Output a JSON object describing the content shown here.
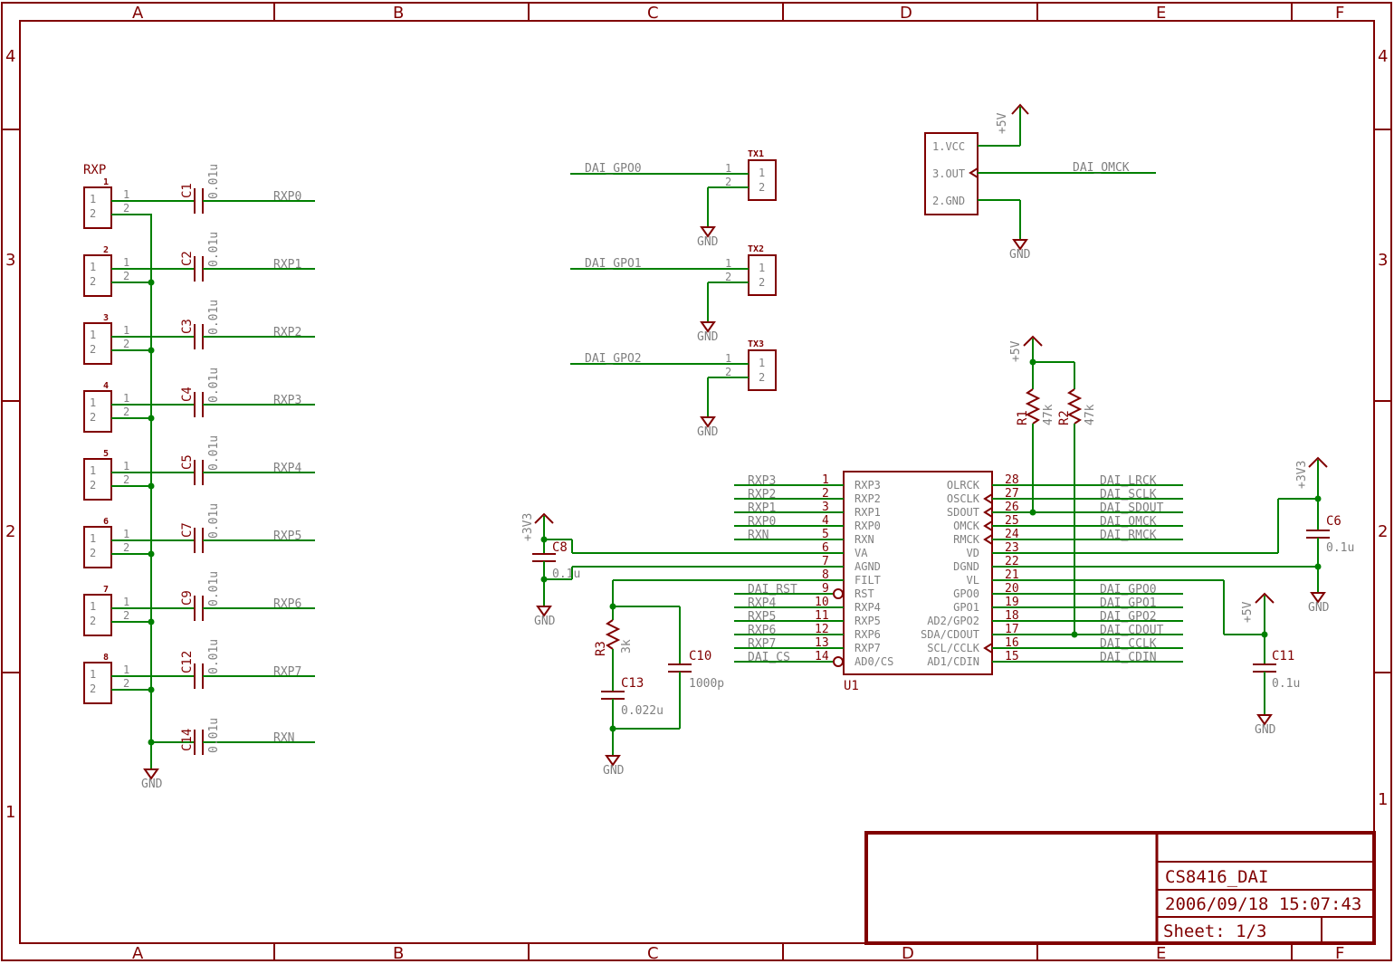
{
  "frame": {
    "cols": [
      "A",
      "B",
      "C",
      "D",
      "E",
      "F"
    ],
    "rows": [
      "4",
      "3",
      "2",
      "1"
    ]
  },
  "title_block": {
    "title": "CS8416_DAI",
    "date": "2006/09/18 15:07:43",
    "sheet": "Sheet: 1/3"
  },
  "rxp_connectors": [
    {
      "name": "RXP",
      "num": "1",
      "cap": "C1",
      "value": "0.01u",
      "net": "RXP0"
    },
    {
      "name": "",
      "num": "2",
      "cap": "C2",
      "value": "0.01u",
      "net": "RXP1"
    },
    {
      "name": "",
      "num": "3",
      "cap": "C3",
      "value": "0.01u",
      "net": "RXP2"
    },
    {
      "name": "",
      "num": "4",
      "cap": "C4",
      "value": "0.01u",
      "net": "RXP3"
    },
    {
      "name": "",
      "num": "5",
      "cap": "C5",
      "value": "0.01u",
      "net": "RXP4"
    },
    {
      "name": "",
      "num": "6",
      "cap": "C7",
      "value": "0.01u",
      "net": "RXP5"
    },
    {
      "name": "",
      "num": "7",
      "cap": "C9",
      "value": "0.01u",
      "net": "RXP6"
    },
    {
      "name": "",
      "num": "8",
      "cap": "C12",
      "value": "0.01u",
      "net": "RXP7"
    }
  ],
  "rxn_cap": {
    "cap": "C14",
    "value": "0.01u",
    "net": "RXN"
  },
  "connector_pins": [
    "1",
    "2"
  ],
  "gnd": "GND",
  "tx": [
    {
      "name": "TX1",
      "net": "DAI_GPO0"
    },
    {
      "name": "TX2",
      "net": "DAI_GPO1"
    },
    {
      "name": "TX3",
      "net": "DAI_GPO2"
    }
  ],
  "osc": {
    "pins": [
      "1.VCC",
      "3.OUT",
      "2.GND"
    ],
    "supply": "+5V",
    "net": "DAI_OMCK"
  },
  "pullups": {
    "supply": "+5V",
    "r1": {
      "name": "R1",
      "value": "47k"
    },
    "r2": {
      "name": "R2",
      "value": "47k"
    }
  },
  "u1": {
    "name": "U1",
    "left": [
      {
        "pin": "1",
        "func": "RXP3",
        "net": "RXP3"
      },
      {
        "pin": "2",
        "func": "RXP2",
        "net": "RXP2"
      },
      {
        "pin": "3",
        "func": "RXP1",
        "net": "RXP1"
      },
      {
        "pin": "4",
        "func": "RXP0",
        "net": "RXP0"
      },
      {
        "pin": "5",
        "func": "RXN",
        "net": "RXN"
      },
      {
        "pin": "6",
        "func": "VA",
        "net": ""
      },
      {
        "pin": "7",
        "func": "AGND",
        "net": ""
      },
      {
        "pin": "8",
        "func": "FILT",
        "net": ""
      },
      {
        "pin": "9",
        "func": "RST",
        "net": "DAI_RST"
      },
      {
        "pin": "10",
        "func": "RXP4",
        "net": "RXP4"
      },
      {
        "pin": "11",
        "func": "RXP5",
        "net": "RXP5"
      },
      {
        "pin": "12",
        "func": "RXP6",
        "net": "RXP6"
      },
      {
        "pin": "13",
        "func": "RXP7",
        "net": "RXP7"
      },
      {
        "pin": "14",
        "func": "AD0/CS",
        "net": "DAI_CS"
      }
    ],
    "right": [
      {
        "pin": "28",
        "func": "OLRCK",
        "net": "DAI_LRCK"
      },
      {
        "pin": "27",
        "func": "OSCLK",
        "net": "DAI_SCLK"
      },
      {
        "pin": "26",
        "func": "SDOUT",
        "net": "DAI_SDOUT"
      },
      {
        "pin": "25",
        "func": "OMCK",
        "net": "DAI_OMCK"
      },
      {
        "pin": "24",
        "func": "RMCK",
        "net": "DAI_RMCK"
      },
      {
        "pin": "23",
        "func": "VD",
        "net": ""
      },
      {
        "pin": "22",
        "func": "DGND",
        "net": ""
      },
      {
        "pin": "21",
        "func": "VL",
        "net": ""
      },
      {
        "pin": "20",
        "func": "GPO0",
        "net": "DAI_GPO0"
      },
      {
        "pin": "19",
        "func": "GPO1",
        "net": "DAI_GPO1"
      },
      {
        "pin": "18",
        "func": "GPO2",
        "net": "DAI_GPO2"
      },
      {
        "pin": "17",
        "func": "AD2/GPO2",
        "net": "DAI_CDOUT"
      },
      {
        "pin": "16",
        "func": "SDA/CDOUT",
        "net": "DAI_CCLK"
      },
      {
        "pin": "15",
        "func": "SCL/CCLK",
        "net": "DAI_CDIN"
      }
    ],
    "right_last_func": "AD1/CDIN"
  },
  "filter": {
    "r3": {
      "name": "R3",
      "value": "3k"
    },
    "c13": {
      "name": "C13",
      "value": "0.022u"
    },
    "c10": {
      "name": "C10",
      "value": "1000p"
    }
  },
  "c8": {
    "name": "C8",
    "value": "0.1u",
    "supply": "+3V3"
  },
  "c6": {
    "name": "C6",
    "value": "0.1u",
    "supply": "+3V3"
  },
  "c11": {
    "name": "C11",
    "value": "0.1u",
    "supply": "+5V"
  }
}
